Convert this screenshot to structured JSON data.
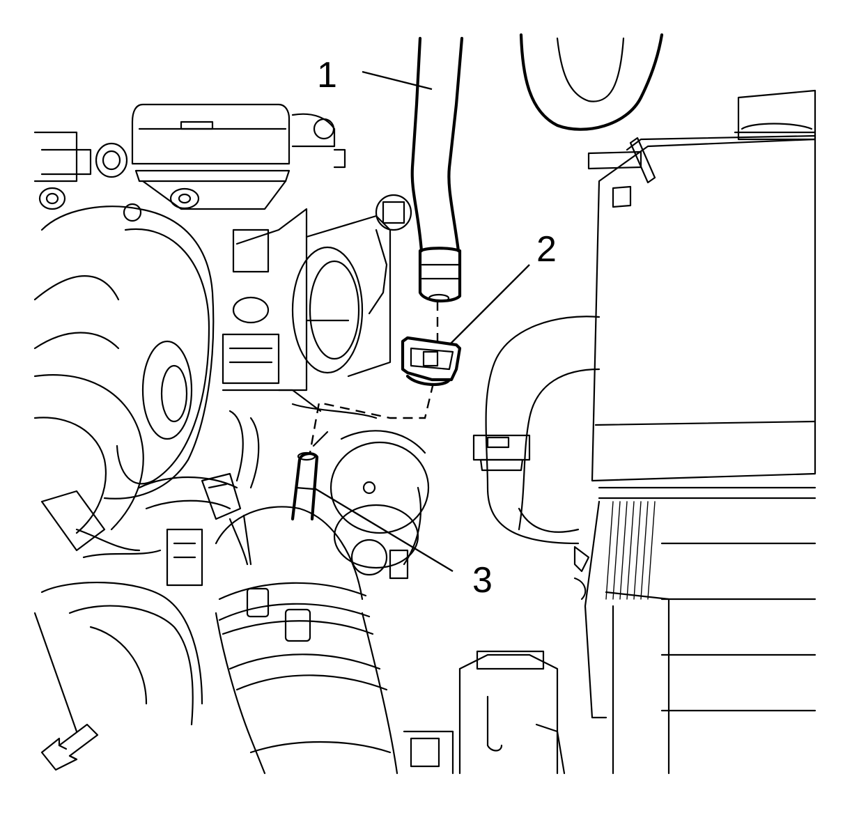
{
  "callouts": [
    {
      "id": "1",
      "label": "1"
    },
    {
      "id": "2",
      "label": "2"
    },
    {
      "id": "3",
      "label": "3"
    }
  ],
  "icons": {
    "front_arrow": "front-direction-arrow-icon"
  },
  "colors": {
    "line": "#000000",
    "background": "#ffffff"
  }
}
